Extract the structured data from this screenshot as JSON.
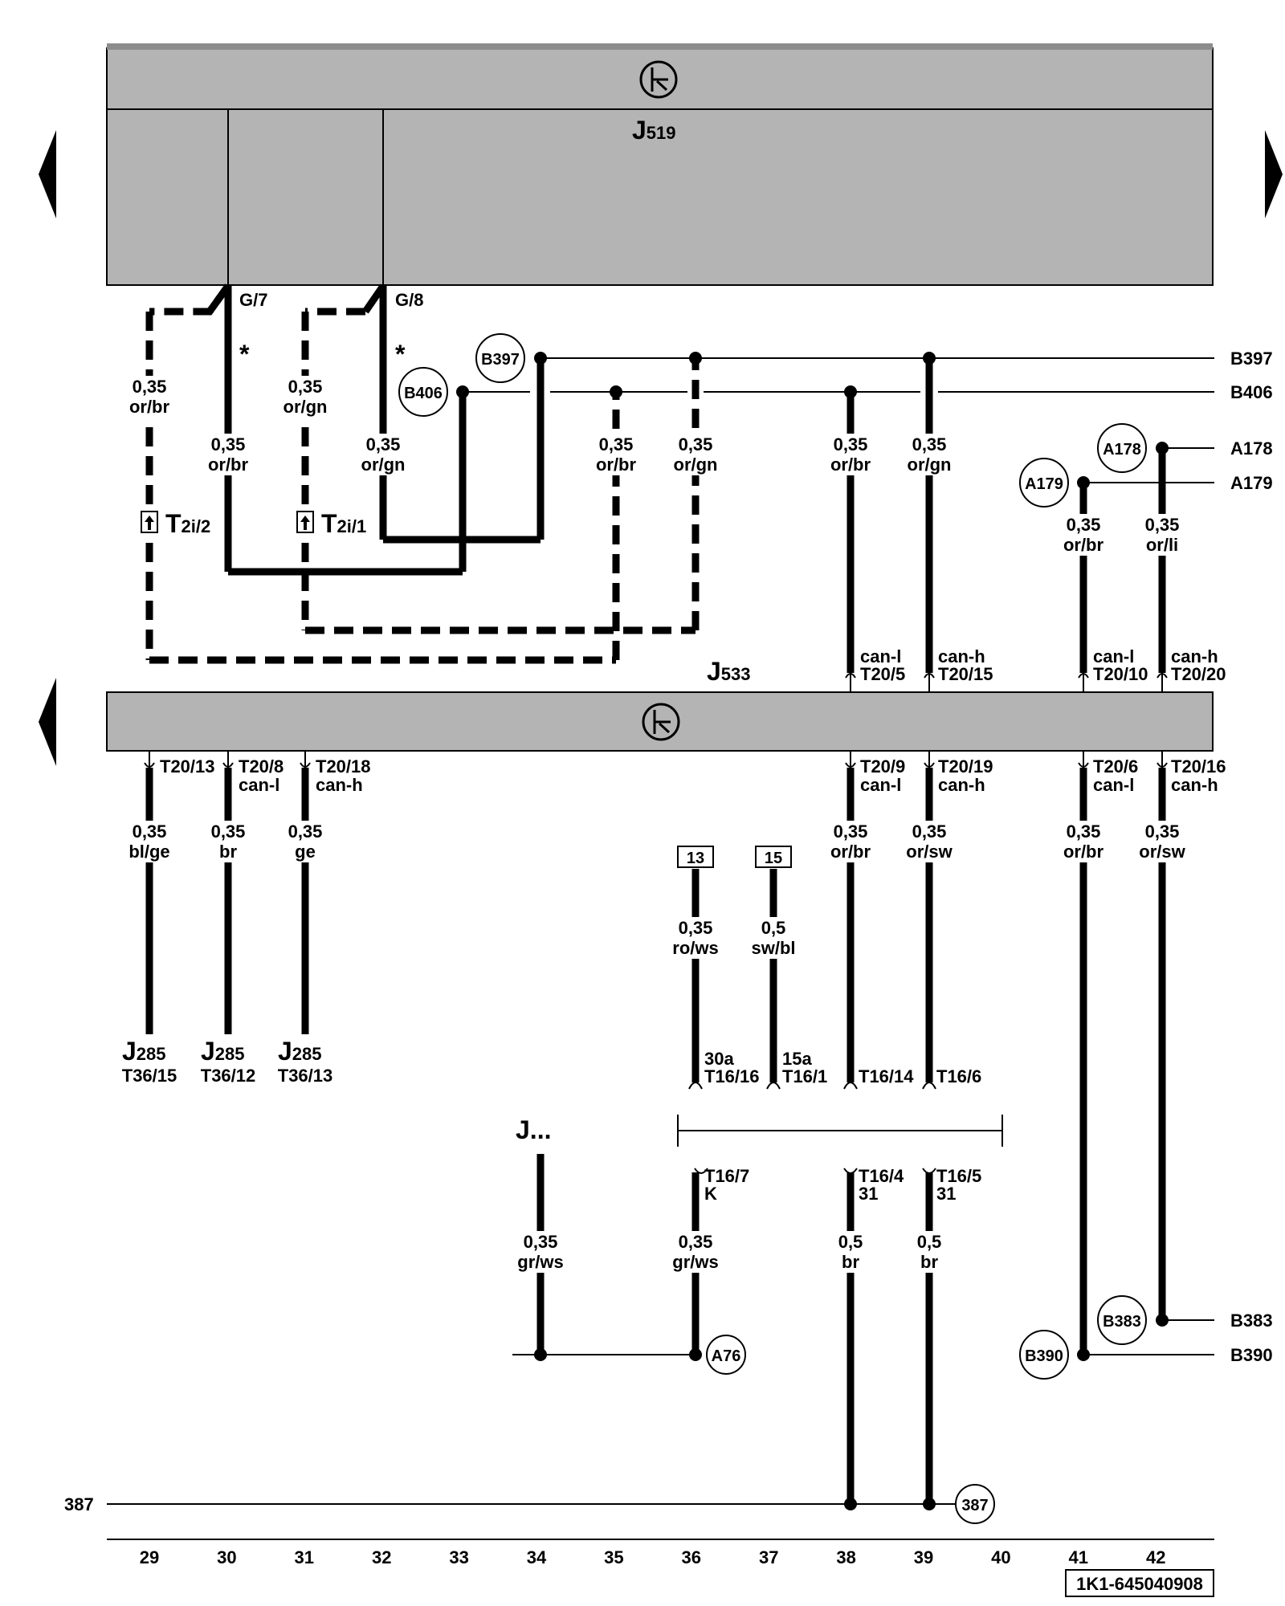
{
  "colors": {
    "module_fill": "#b4b4b4",
    "line": "#000000",
    "background": "#ffffff"
  },
  "icons": [
    "ground-symbol-icon",
    "nav-arrow-left-icon",
    "nav-arrow-right-icon",
    "connector-icon"
  ],
  "components": {
    "j519": {
      "letter": "J",
      "sub": "519"
    },
    "j533": {
      "letter": "J",
      "sub": "533"
    },
    "j285": {
      "letter": "J",
      "sub": "285"
    },
    "j_other": "J..."
  },
  "connectors": {
    "t2i2": {
      "letter": "T",
      "sub": "2i/2"
    },
    "t2i1": {
      "letter": "T",
      "sub": "2i/1"
    }
  },
  "asterisk": "*",
  "pins": {
    "g7": "G/7",
    "g8": "G/8",
    "t20_5_sig": "can-l",
    "t20_5": "T20/5",
    "t20_15_sig": "can-h",
    "t20_15": "T20/15",
    "t20_10_sig": "can-l",
    "t20_10": "T20/10",
    "t20_20_sig": "can-h",
    "t20_20": "T20/20",
    "t20_13": "T20/13",
    "t20_8": "T20/8",
    "t20_8_sig": "can-l",
    "t20_18": "T20/18",
    "t20_18_sig": "can-h",
    "t20_9": "T20/9",
    "t20_9_sig": "can-l",
    "t20_19": "T20/19",
    "t20_19_sig": "can-h",
    "t20_6": "T20/6",
    "t20_6_sig": "can-l",
    "t20_16": "T20/16",
    "t20_16_sig": "can-h",
    "t36_15": "T36/15",
    "t36_12": "T36/12",
    "t36_13": "T36/13",
    "t16_16_term": "30a",
    "t16_16": "T16/16",
    "t16_1_term": "15a",
    "t16_1": "T16/1",
    "t16_14": "T16/14",
    "t16_6": "T16/6",
    "t16_7": "T16/7",
    "t16_7_term": "K",
    "t16_4": "T16/4",
    "t16_4_term": "31",
    "t16_5": "T16/5",
    "t16_5_term": "31"
  },
  "wires": {
    "w1": {
      "size": "0,35",
      "color": "or/br"
    },
    "w2": {
      "size": "0,35",
      "color": "or/br"
    },
    "w3": {
      "size": "0,35",
      "color": "or/gn"
    },
    "w4": {
      "size": "0,35",
      "color": "or/gn"
    },
    "w5": {
      "size": "0,35",
      "color": "or/br"
    },
    "w6": {
      "size": "0,35",
      "color": "or/gn"
    },
    "w7": {
      "size": "0,35",
      "color": "or/br"
    },
    "w8": {
      "size": "0,35",
      "color": "or/gn"
    },
    "w9": {
      "size": "0,35",
      "color": "or/br"
    },
    "w10": {
      "size": "0,35",
      "color": "or/li"
    },
    "w11": {
      "size": "0,35",
      "color": "bl/ge"
    },
    "w12": {
      "size": "0,35",
      "color": "br"
    },
    "w13": {
      "size": "0,35",
      "color": "ge"
    },
    "w14": {
      "size": "0,35",
      "color": "ro/ws"
    },
    "w15": {
      "size": "0,5",
      "color": "sw/bl"
    },
    "w16": {
      "size": "0,35",
      "color": "or/br"
    },
    "w17": {
      "size": "0,35",
      "color": "or/sw"
    },
    "w18": {
      "size": "0,35",
      "color": "or/br"
    },
    "w19": {
      "size": "0,35",
      "color": "or/sw"
    },
    "w20": {
      "size": "0,35",
      "color": "gr/ws"
    },
    "w21": {
      "size": "0,35",
      "color": "gr/ws"
    },
    "w22": {
      "size": "0,5",
      "color": "br"
    },
    "w23": {
      "size": "0,5",
      "color": "br"
    }
  },
  "circles": {
    "b397": "B397",
    "b406": "B406",
    "a178": "A178",
    "a179": "A179",
    "b383": "B383",
    "b390": "B390",
    "a76": "A76",
    "c387": "387"
  },
  "right_labels": {
    "b397": "B397",
    "b406": "B406",
    "a178": "A178",
    "a179": "A179",
    "b383": "B383",
    "b390": "B390"
  },
  "left_label_387": "387",
  "boxes": {
    "fuse13": "13",
    "fuse15": "15"
  },
  "columns": [
    "29",
    "30",
    "31",
    "32",
    "33",
    "34",
    "35",
    "36",
    "37",
    "38",
    "39",
    "40",
    "41",
    "42"
  ],
  "diagram_code": "1K1-645040908"
}
